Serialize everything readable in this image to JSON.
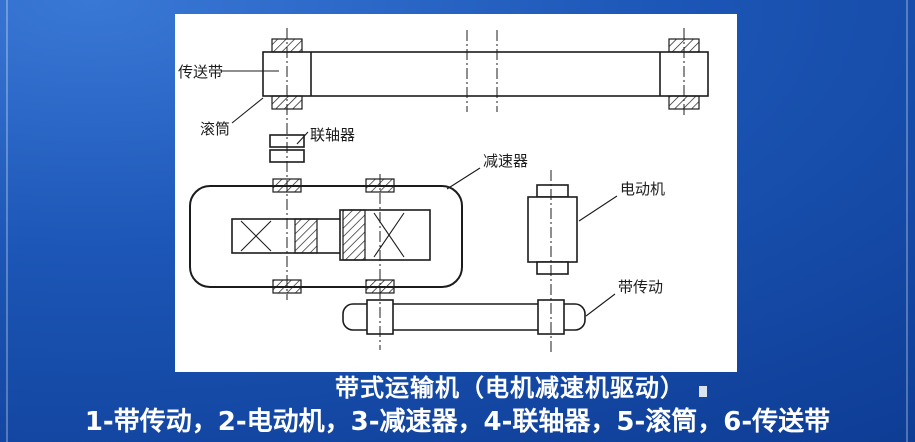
{
  "colors": {
    "bg_top": "#3a78d6",
    "bg_mid": "#1c56b6",
    "bg_bottom": "#0c3a92",
    "panel": "#ffffff",
    "ink": "#1c1c1c",
    "text": "#ffffff"
  },
  "diagram": {
    "labels": {
      "conveyor_belt": "传送带",
      "drum": "滚筒",
      "coupling": "联轴器",
      "reducer": "减速器",
      "motor": "电动机",
      "belt_drive": "带传动"
    }
  },
  "captions": {
    "title": "带式运输机（电机减速机驱动）",
    "legend": "1-带传动，2-电动机，3-减速器，4-联轴器，5-滚筒，6-传送带"
  }
}
